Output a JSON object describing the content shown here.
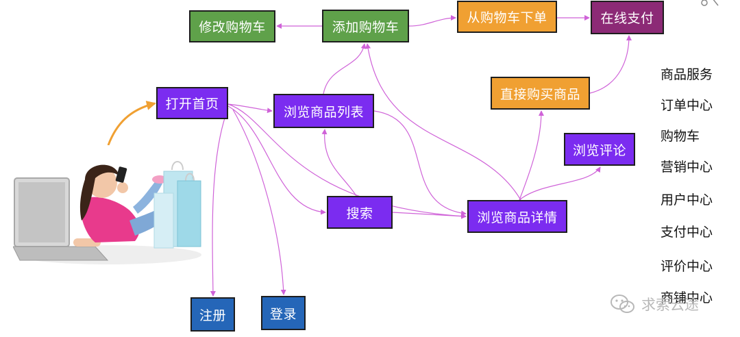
{
  "nodes": {
    "modify_cart": "修改购物车",
    "add_cart": "添加购物车",
    "order_from_cart": "从购物车下单",
    "pay_online": "在线支付",
    "buy_directly": "直接购买商品",
    "open_home": "打开首页",
    "browse_list": "浏览商品列表",
    "browse_reviews": "浏览评论",
    "search": "搜索",
    "product_detail": "浏览商品详情",
    "register": "注册",
    "login": "登录"
  },
  "services": [
    "商品服务",
    "订单中心",
    "购物车",
    "营销中心",
    "用户中心",
    "支付中心",
    "评价中心",
    "商铺中心"
  ],
  "watermark": {
    "text": "求索云途",
    "icon": "wechat-icon"
  },
  "colors": {
    "green": "#5fa14a",
    "orange": "#f0a032",
    "maroon": "#8c2a76",
    "purple": "#7b2cf0",
    "blue": "#2566b8",
    "arrow": "#cf62d8",
    "start_arrow": "#f0a032"
  }
}
